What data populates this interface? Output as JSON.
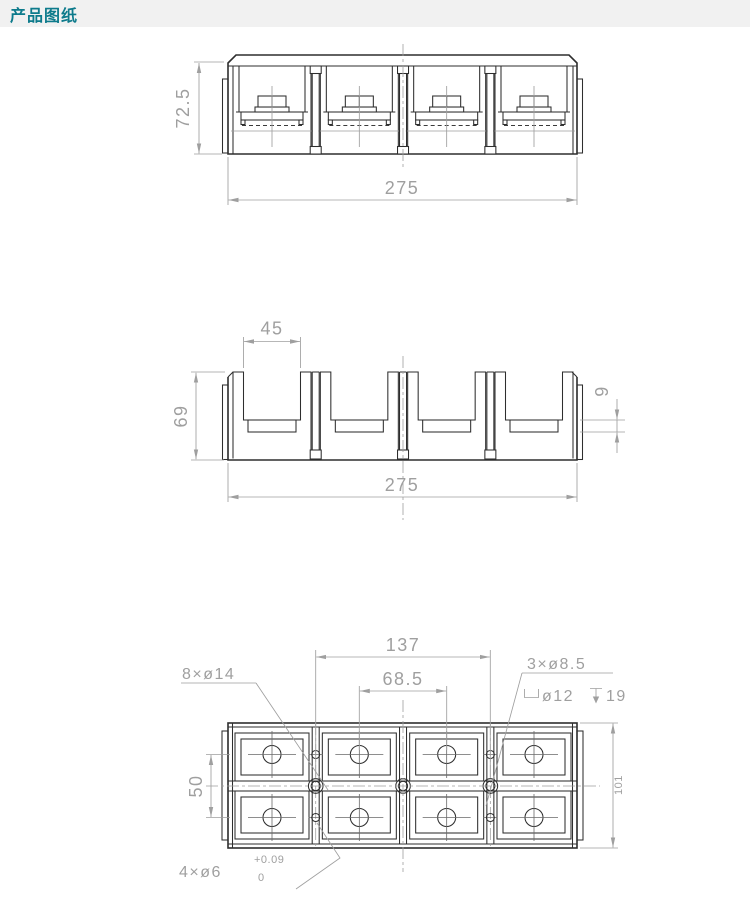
{
  "header": {
    "title": "产品图纸"
  },
  "colors": {
    "header_bg": "#f1f1f1",
    "header_text": "#0e7b8c",
    "object_line": "#2e2e2e",
    "dimension_line": "#9f9f9f"
  },
  "views": {
    "front": {
      "dim_height": "72.5",
      "dim_width": "275"
    },
    "section": {
      "dim_pocket_width": "45",
      "dim_height": "69",
      "dim_step": "9",
      "dim_width": "275"
    },
    "plan": {
      "dim_hole_span": "137",
      "dim_pitch": "68.5",
      "dim_row_spacing": "50",
      "dim_height": "101",
      "label_large_holes": "8×ø14",
      "label_cbore_count": "3×ø8.5",
      "label_cbore_dia": "ø12",
      "label_cbore_depth": "19",
      "label_small_holes": "4×ø6",
      "label_small_tol_upper": "+0.09",
      "label_small_tol_lower": "0"
    }
  }
}
